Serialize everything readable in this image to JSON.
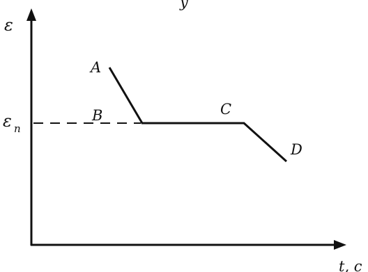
{
  "axes": {
    "y_label": "ε",
    "x_label": "t, c"
  },
  "levels": {
    "epsilon_n_base": "ε",
    "epsilon_n_sub": "n"
  },
  "points": {
    "A": "A",
    "B": "B",
    "C": "C",
    "D": "D"
  },
  "top_fragment": "у"
}
